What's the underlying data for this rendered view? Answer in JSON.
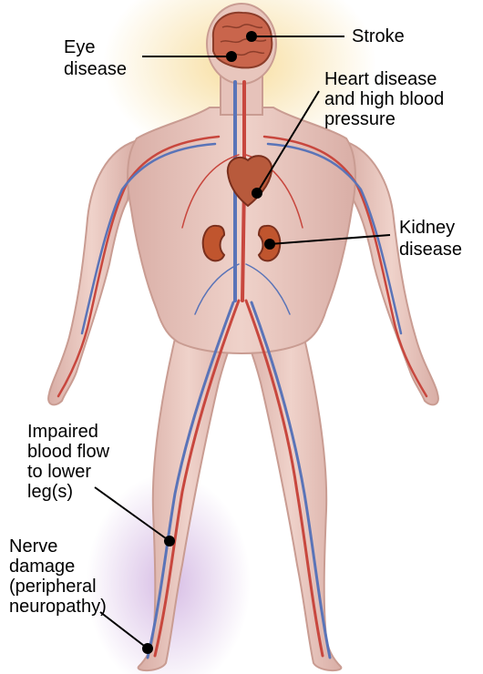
{
  "labels": {
    "eye": [
      "Eye",
      "disease"
    ],
    "stroke": [
      "Stroke"
    ],
    "heart": [
      "Heart disease",
      "and high blood",
      "pressure"
    ],
    "kidney": [
      "Kidney",
      "disease"
    ],
    "legflow": [
      "Impaired",
      "blood flow",
      "to lower",
      "leg(s)"
    ],
    "nerve": [
      "Nerve",
      "damage",
      "(peripheral",
      "neuropathy)"
    ]
  },
  "colors": {
    "skin": "#e6c2ba",
    "skin_edge": "#c99c92",
    "artery": "#c8473e",
    "vein": "#5a74b8",
    "organ": "#b85a3c",
    "kidney": "#c0552e",
    "glow_top": "#f7dc9a",
    "glow_bottom": "#c9a6dc",
    "leader": "#000000"
  }
}
